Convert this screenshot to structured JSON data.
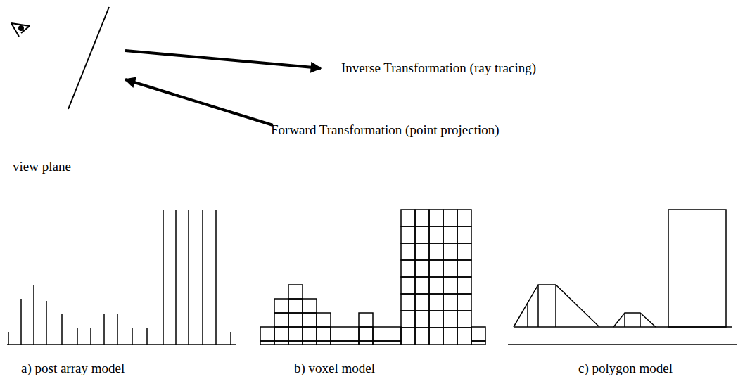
{
  "diagram": {
    "labels": [
      "view plane",
      "Inverse Transformation (ray tracing)",
      "Forward Transformation (point projection)",
      "a) post array model",
      "b) voxel model",
      "c) polygon model"
    ]
  }
}
